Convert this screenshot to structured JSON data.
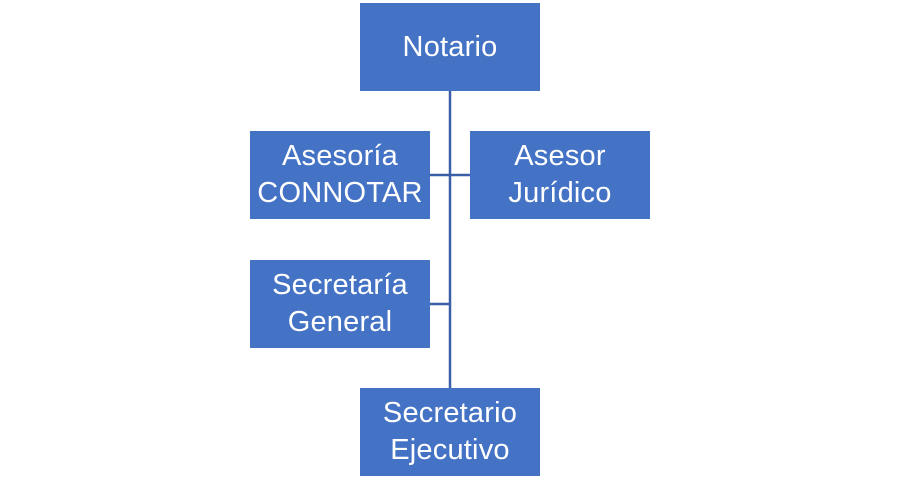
{
  "colors": {
    "node_fill": "#4472C4",
    "connector": "#3A5FA6",
    "text": "#FFFFFF",
    "background": "#FFFFFF"
  },
  "org_chart": {
    "root": {
      "label": "Notario"
    },
    "assistants": [
      {
        "label": "Asesoría\nCONNOTAR"
      },
      {
        "label": "Asesor\nJurídico"
      },
      {
        "label": "Secretaría\nGeneral"
      }
    ],
    "subordinate": {
      "label": "Secretario\nEjecutivo"
    }
  }
}
